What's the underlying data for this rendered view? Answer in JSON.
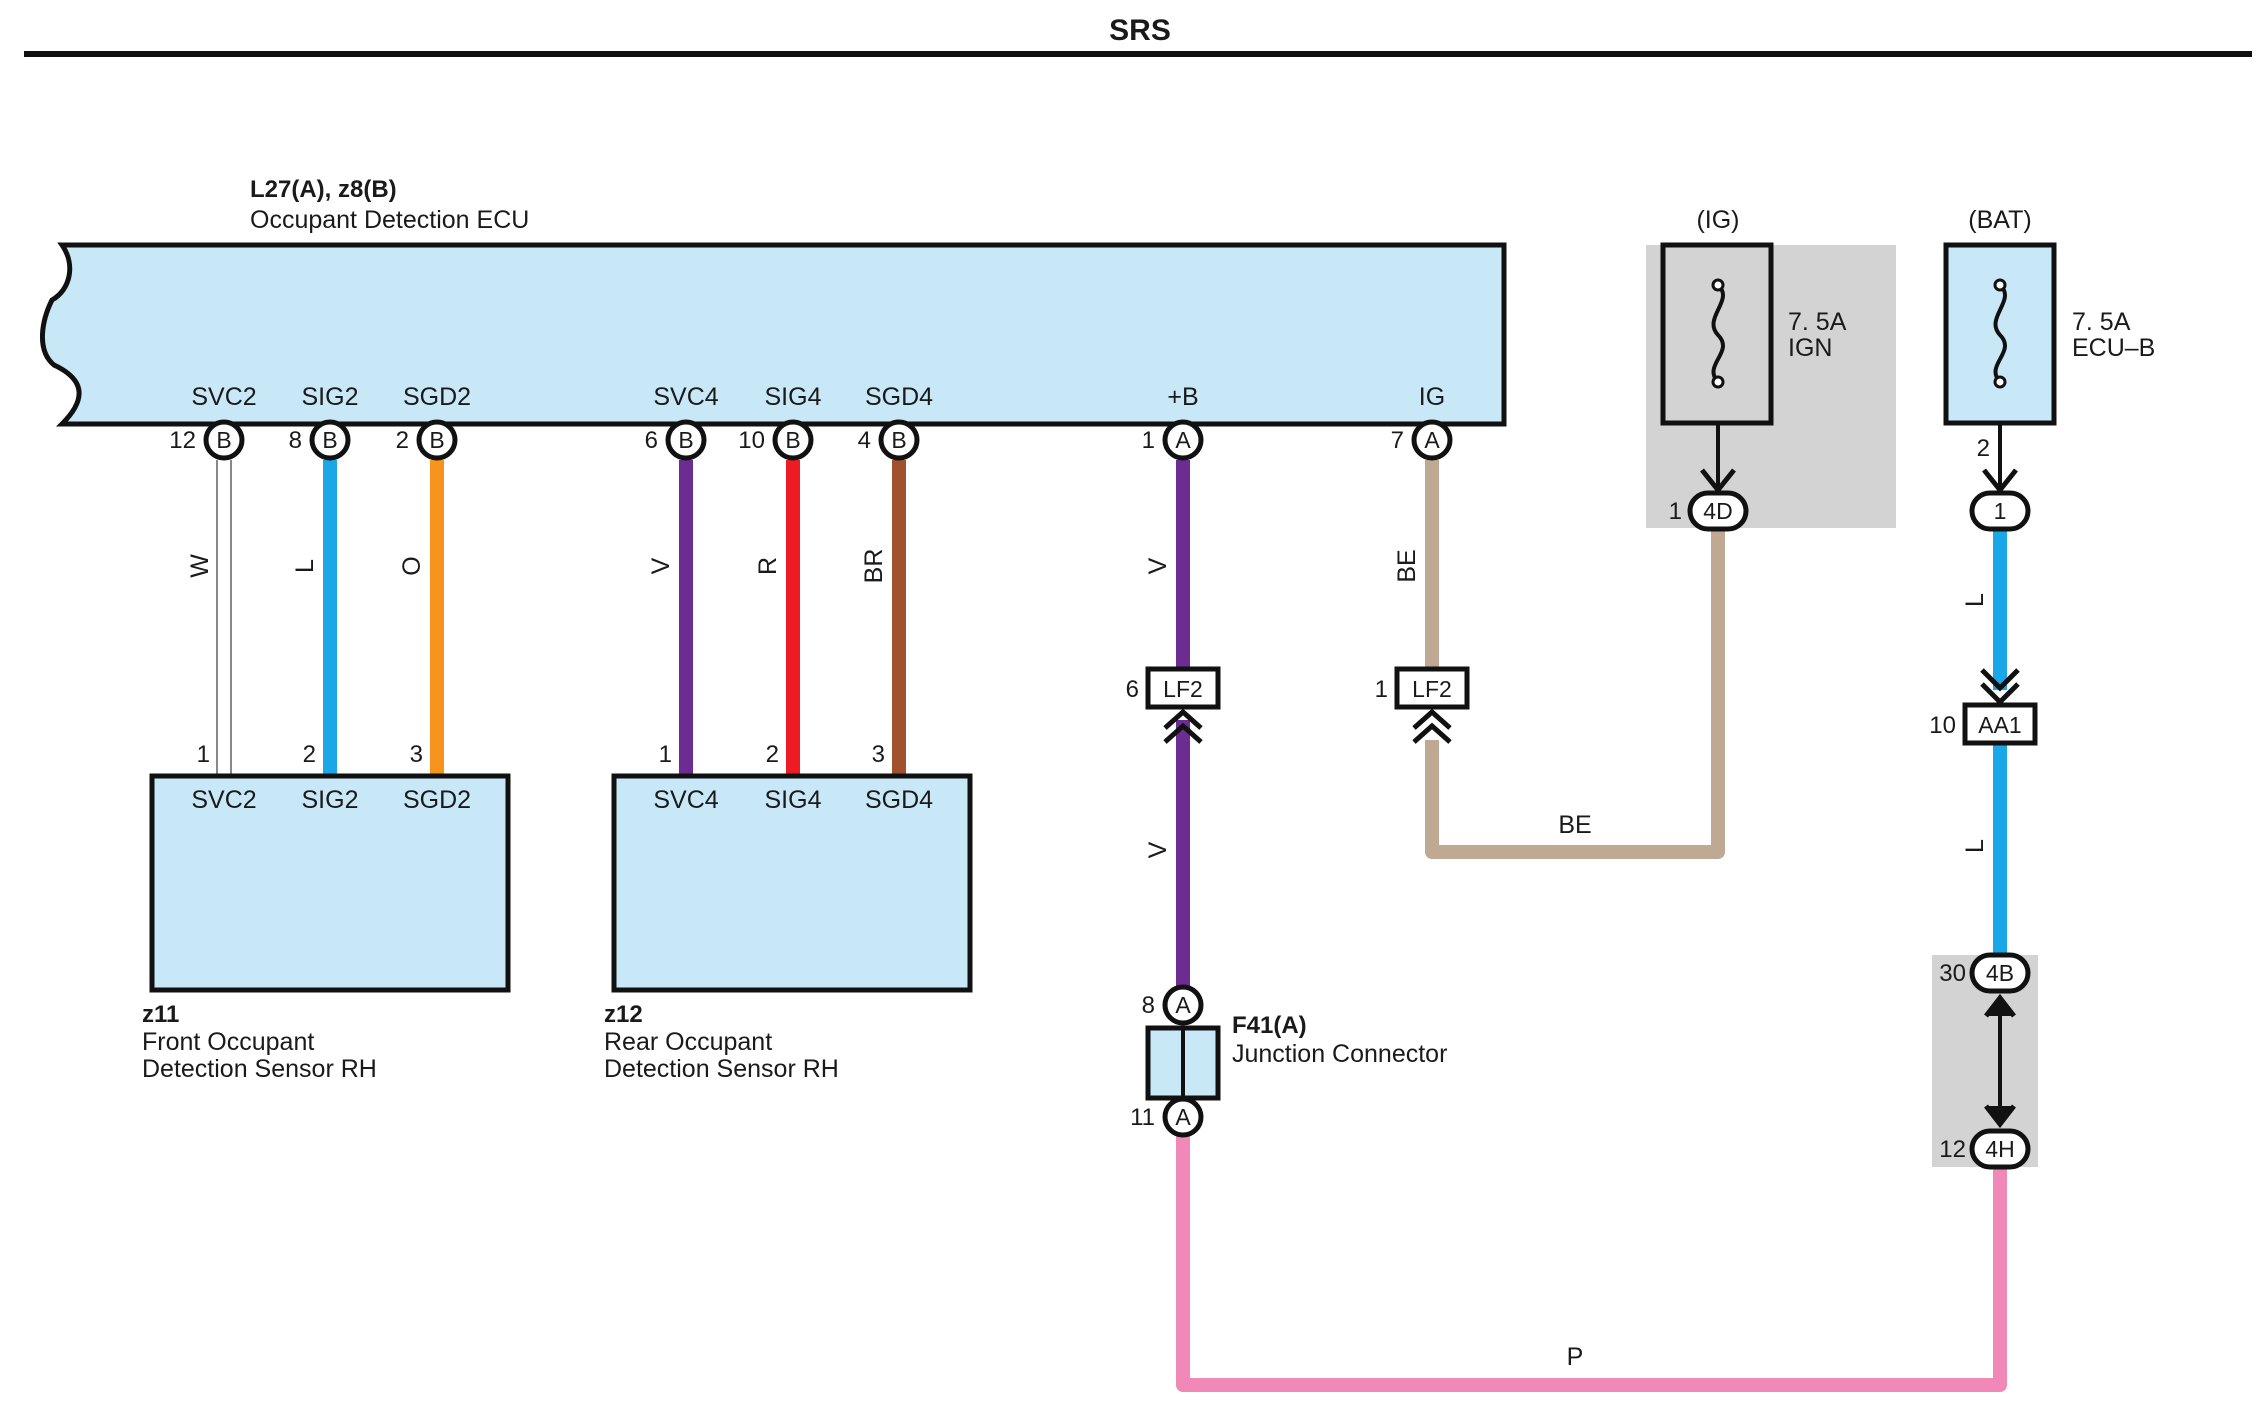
{
  "title": "SRS",
  "ecu": {
    "code": "L27(A), z8(B)",
    "name": "Occupant Detection ECU",
    "terminals": [
      "SVC2",
      "SIG2",
      "SGD2",
      "SVC4",
      "SIG4",
      "SGD4",
      "+B",
      "IG"
    ]
  },
  "ecu_pins": [
    {
      "num": "12",
      "conn": "B"
    },
    {
      "num": "8",
      "conn": "B"
    },
    {
      "num": "2",
      "conn": "B"
    },
    {
      "num": "6",
      "conn": "B"
    },
    {
      "num": "10",
      "conn": "B"
    },
    {
      "num": "4",
      "conn": "B"
    },
    {
      "num": "1",
      "conn": "A"
    },
    {
      "num": "7",
      "conn": "A"
    }
  ],
  "wire_colors": [
    "W",
    "L",
    "O",
    "V",
    "R",
    "BR",
    "V",
    "BE"
  ],
  "sensor_front": {
    "code": "z11",
    "name_line1": "Front Occupant",
    "name_line2": "Detection Sensor RH",
    "pins": [
      "1",
      "2",
      "3"
    ],
    "terminals": [
      "SVC2",
      "SIG2",
      "SGD2"
    ]
  },
  "sensor_rear": {
    "code": "z12",
    "name_line1": "Rear Occupant",
    "name_line2": "Detection Sensor RH",
    "pins": [
      "1",
      "2",
      "3"
    ],
    "terminals": [
      "SVC4",
      "SIG4",
      "SGD4"
    ]
  },
  "lf2_left": {
    "pin": "6",
    "label": "LF2",
    "wire_below": "V"
  },
  "lf2_right": {
    "pin": "1",
    "label": "LF2",
    "wire_bottom": "BE"
  },
  "fuse_ig": {
    "header": "(IG)",
    "rating": "7. 5A",
    "name": "IGN",
    "pin": "1",
    "conn": "4D"
  },
  "fuse_bat": {
    "header": "(BAT)",
    "rating": "7. 5A",
    "name": "ECU–B",
    "pin": "2",
    "conn": "1",
    "wire1": "L",
    "aa1_pin": "10",
    "aa1_label": "AA1",
    "wire2": "L",
    "pin_4b": "30",
    "conn_4b": "4B",
    "pin_4h": "12",
    "conn_4h": "4H"
  },
  "junction": {
    "code": "F41(A)",
    "name": "Junction Connector",
    "top_pin": "8",
    "top_conn": "A",
    "bottom_pin": "11",
    "bottom_conn": "A"
  },
  "bottom_wire": "P",
  "colors": {
    "ecu_fill": "#c8e8f8",
    "gray_bg": "#d3d3d3",
    "W": "#ffffff",
    "L": "#1aa7e8",
    "O": "#f7941d",
    "V": "#6d2c91",
    "R": "#ed1c24",
    "BR": "#a0522d",
    "BE": "#bfa993",
    "P": "#f088b8"
  }
}
